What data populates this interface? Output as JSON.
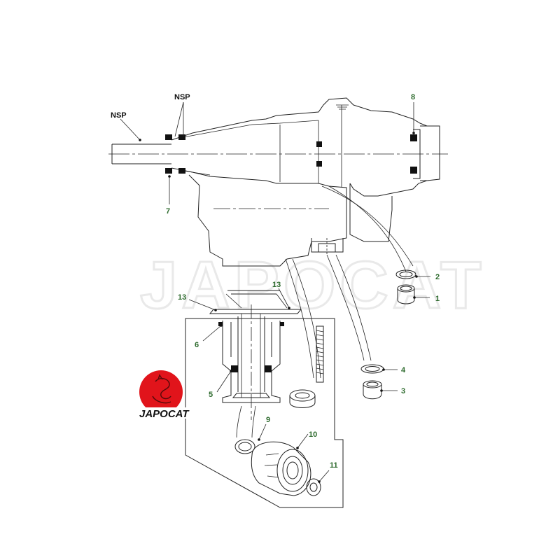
{
  "diagram": {
    "labels": {
      "nsp_left": "NSP",
      "nsp_top": "NSP",
      "n1": "1",
      "n2": "2",
      "n3": "3",
      "n4": "4",
      "n5": "5",
      "n6": "6",
      "n7": "7",
      "n8": "8",
      "n9": "9",
      "n10": "10",
      "n11": "11",
      "n13_left": "13",
      "n13_right": "13"
    },
    "watermark": "JAPOCAT",
    "logo": {
      "text": "JAPOCAT",
      "color": "#e1141b"
    },
    "label_color": "#2e6b2e"
  }
}
